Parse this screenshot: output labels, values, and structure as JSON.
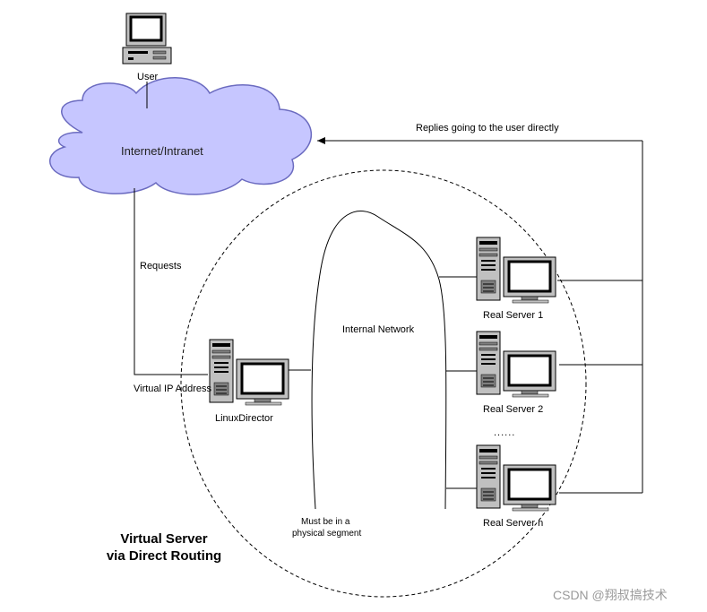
{
  "diagram": {
    "user_label": "User",
    "cloud_label": "Internet/Intranet",
    "replies_label": "Replies going to the user directly",
    "requests_label": "Requests",
    "internal_network_label": "Internal Network",
    "vip_label": "Virtual IP Address",
    "director_label": "LinuxDirector",
    "servers": [
      {
        "label": "Real Server 1"
      },
      {
        "label": "Real Server 2"
      },
      {
        "label": "Real Server n"
      }
    ],
    "ellipsis": "......",
    "segment_note_line1": "Must be in a",
    "segment_note_line2": "physical segment",
    "title_line1": "Virtual Server",
    "title_line2": "via Direct Routing"
  },
  "colors": {
    "cloud_fill": "#c6c6ff",
    "cloud_stroke": "#6b6bc0",
    "monitor_screen": "#ffffff",
    "monitor_body": "#c0c0c0",
    "line": "#000000"
  },
  "watermark": "CSDN @翔叔搞技术"
}
